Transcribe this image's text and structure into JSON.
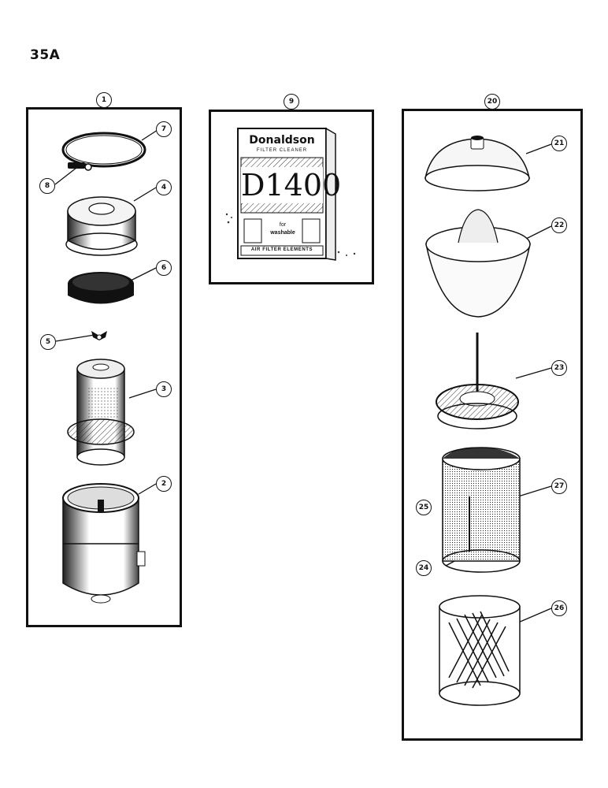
{
  "page": {
    "number": "35A"
  },
  "callouts": {
    "c1": "1",
    "c2": "2",
    "c3": "3",
    "c4": "4",
    "c5": "5",
    "c6": "6",
    "c7": "7",
    "c8": "8",
    "c9": "9",
    "c20": "20",
    "c21": "21",
    "c22": "22",
    "c23": "23",
    "c24": "24",
    "c25": "25",
    "c26": "26",
    "c27": "27"
  },
  "product_box": {
    "brand": "Donaldson",
    "subtitle": "FILTER CLEANER",
    "model": "D1400",
    "note_line1": "for",
    "note_line2": "washable",
    "footer": "AIR FILTER ELEMENTS"
  }
}
